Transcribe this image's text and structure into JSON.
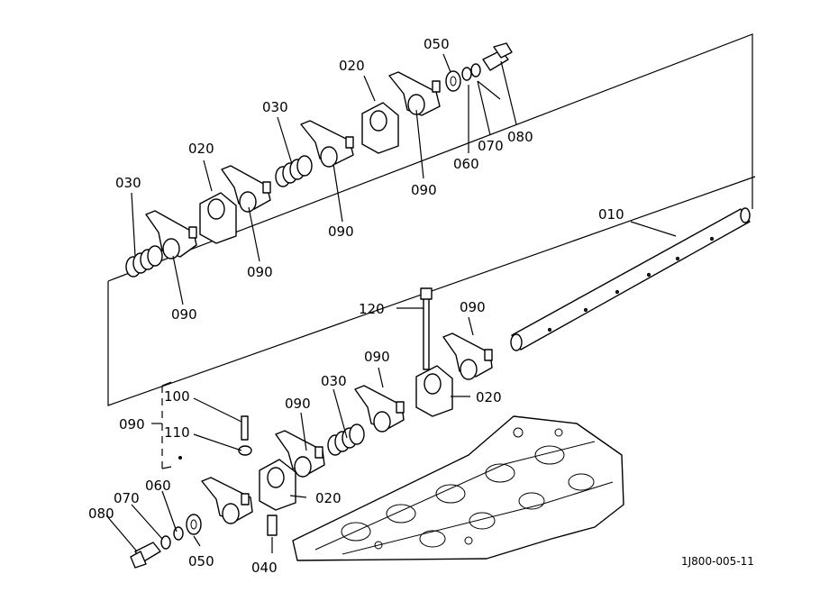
{
  "diagram_code": "1J800-005-11",
  "labels": {
    "p010": "010",
    "p020_a": "020",
    "p020_b": "020",
    "p020_c": "020",
    "p020_d": "020",
    "p030_a": "030",
    "p030_b": "030",
    "p030_c": "030",
    "p040": "040",
    "p050_a": "050",
    "p050_b": "050",
    "p060_a": "060",
    "p060_b": "060",
    "p070_a": "070",
    "p070_b": "070",
    "p080_a": "080",
    "p080_b": "080",
    "p090_a": "090",
    "p090_b": "090",
    "p090_c": "090",
    "p090_d": "090",
    "p090_e": "090",
    "p090_f": "090",
    "p090_g": "090",
    "p090_h": "090",
    "p100": "100",
    "p110": "110",
    "p120": "120"
  }
}
